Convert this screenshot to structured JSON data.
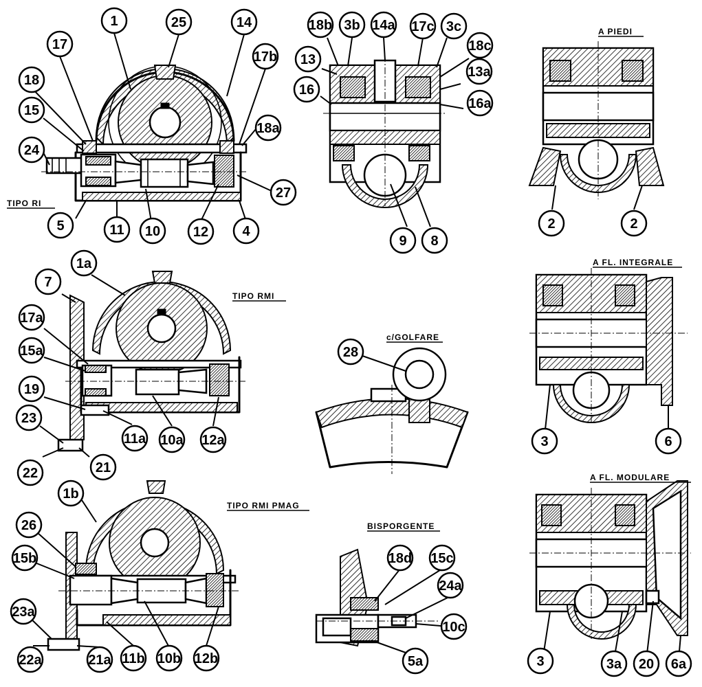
{
  "titles": {
    "tipo_ri": "TIPO RI",
    "tipo_rmi": "TIPO RMI",
    "tipo_rmi_pmag": "TIPO RMI PMAG",
    "a_piedi": "A PIEDI",
    "a_fl_integrale": "A FL. INTEGRALE",
    "a_fl_modulare": "A FL. MODULARE",
    "c_golfare": "c/GOLFARE",
    "bisporgente": "BISPORGENTE"
  },
  "callouts": {
    "c1": "1",
    "c25": "25",
    "c14": "14",
    "c17": "17",
    "c17b": "17b",
    "c18": "18",
    "c15": "15",
    "c18a": "18a",
    "c24": "24",
    "c27": "27",
    "c5": "5",
    "c11": "11",
    "c10": "10",
    "c12": "12",
    "c4": "4",
    "c18b": "18b",
    "c3b": "3b",
    "c14a": "14a",
    "c17c": "17c",
    "c3c": "3c",
    "c18c": "18c",
    "c13": "13",
    "c13a": "13a",
    "c16": "16",
    "c16a": "16a",
    "c9": "9",
    "c8": "8",
    "c2l": "2",
    "c2r": "2",
    "c1a": "1a",
    "c7": "7",
    "c17a": "17a",
    "c15a": "15a",
    "c19": "19",
    "c23": "23",
    "c22": "22",
    "c21": "21",
    "c11a": "11a",
    "c10a": "10a",
    "c12a": "12a",
    "c28": "28",
    "c3top": "3",
    "c6": "6",
    "c1b": "1b",
    "c26": "26",
    "c15b": "15b",
    "c23a": "23a",
    "c22a": "22a",
    "c21a": "21a",
    "c11b": "11b",
    "c10b": "10b",
    "c12b": "12b",
    "c18d": "18d",
    "c15c": "15c",
    "c24a": "24a",
    "c10c": "10c",
    "c5a": "5a",
    "c3bot": "3",
    "c3a": "3a",
    "c20": "20",
    "c6a": "6a"
  }
}
